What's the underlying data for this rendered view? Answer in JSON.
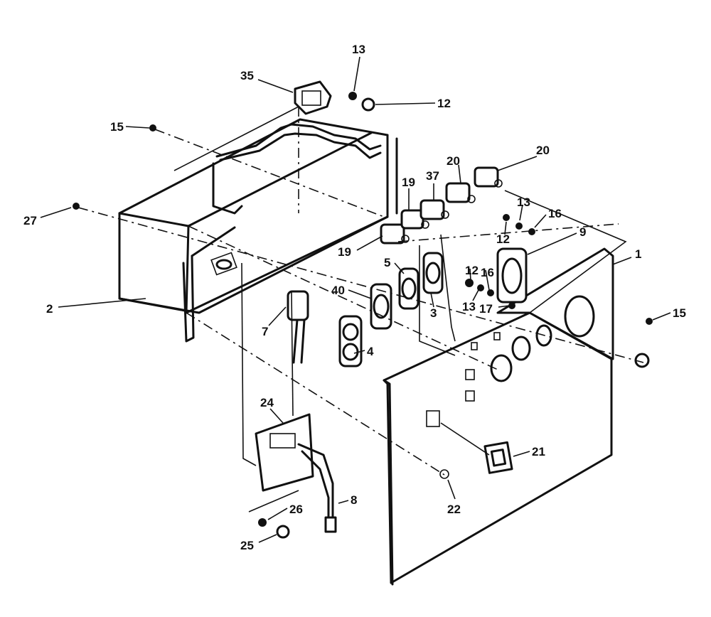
{
  "diagram": {
    "callouts": [
      {
        "id": "c1",
        "label": "1"
      },
      {
        "id": "c2",
        "label": "2"
      },
      {
        "id": "c3",
        "label": "3"
      },
      {
        "id": "c4",
        "label": "4"
      },
      {
        "id": "c5",
        "label": "5"
      },
      {
        "id": "c7",
        "label": "7"
      },
      {
        "id": "c8",
        "label": "8"
      },
      {
        "id": "c9",
        "label": "9"
      },
      {
        "id": "c12a",
        "label": "12"
      },
      {
        "id": "c12b",
        "label": "12"
      },
      {
        "id": "c12c",
        "label": "12"
      },
      {
        "id": "c13a",
        "label": "13"
      },
      {
        "id": "c13b",
        "label": "13"
      },
      {
        "id": "c13c",
        "label": "13"
      },
      {
        "id": "c15a",
        "label": "15"
      },
      {
        "id": "c15b",
        "label": "15"
      },
      {
        "id": "c16a",
        "label": "16"
      },
      {
        "id": "c16b",
        "label": "16"
      },
      {
        "id": "c17",
        "label": "17"
      },
      {
        "id": "c19a",
        "label": "19"
      },
      {
        "id": "c19b",
        "label": "19"
      },
      {
        "id": "c20a",
        "label": "20"
      },
      {
        "id": "c20b",
        "label": "20"
      },
      {
        "id": "c21",
        "label": "21"
      },
      {
        "id": "c22",
        "label": "22"
      },
      {
        "id": "c24",
        "label": "24"
      },
      {
        "id": "c25",
        "label": "25"
      },
      {
        "id": "c26",
        "label": "26"
      },
      {
        "id": "c27",
        "label": "27"
      },
      {
        "id": "c35",
        "label": "35"
      },
      {
        "id": "c37",
        "label": "37"
      },
      {
        "id": "c40",
        "label": "40"
      }
    ]
  }
}
